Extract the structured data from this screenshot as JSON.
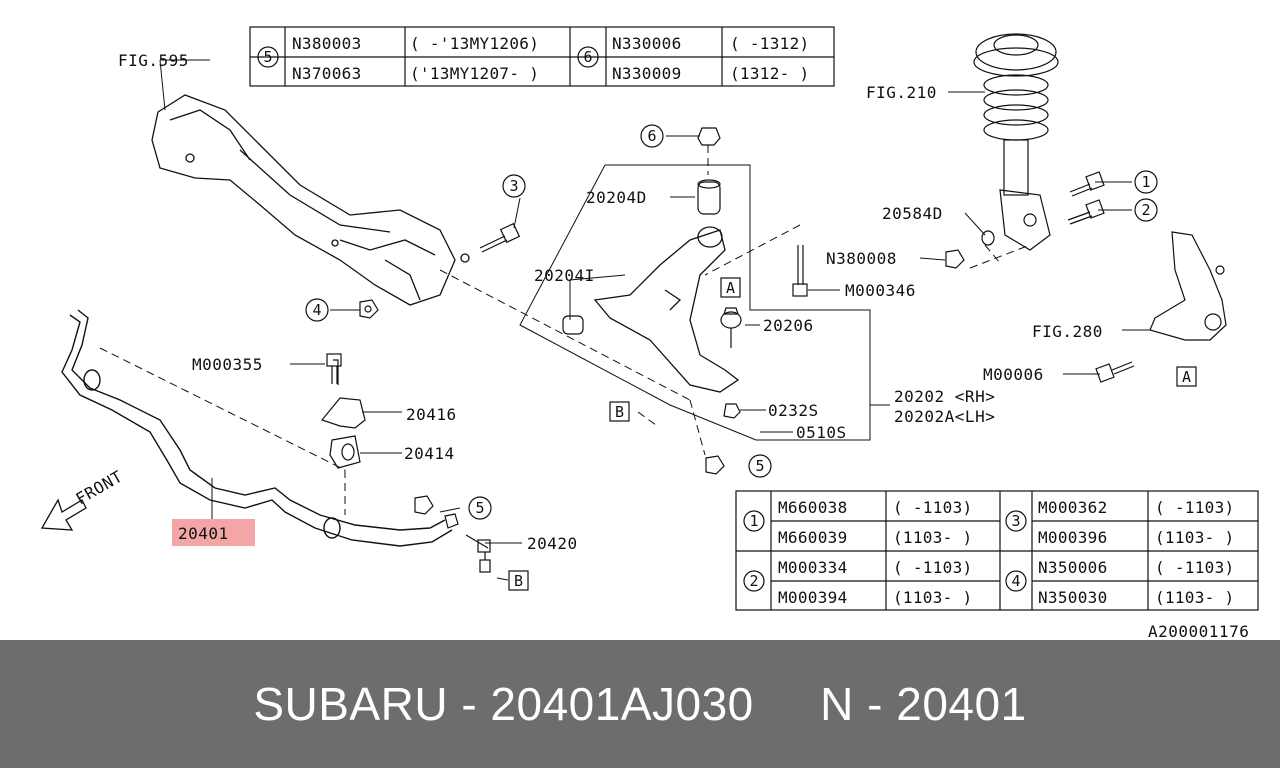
{
  "table_top": {
    "rows": [
      {
        "ref": "5",
        "part": "N380003",
        "range": "( -'13MY1206)",
        "ref2": "6",
        "part2": "N330006",
        "range2": "( -1312)"
      },
      {
        "ref": "",
        "part": "N370063",
        "range": "('13MY1207- )",
        "ref2": "",
        "part2": "N330009",
        "range2": "(1312- )"
      }
    ]
  },
  "table_bottom": {
    "groups": [
      {
        "ref": "1",
        "rows": [
          {
            "part": "M660038",
            "range": "( -1103)"
          },
          {
            "part": "M660039",
            "range": "(1103- )"
          }
        ]
      },
      {
        "ref": "2",
        "rows": [
          {
            "part": "M000334",
            "range": "( -1103)"
          },
          {
            "part": "M000394",
            "range": "(1103- )"
          }
        ]
      },
      {
        "ref": "3",
        "rows": [
          {
            "part": "M000362",
            "range": "( -1103)"
          },
          {
            "part": "M000396",
            "range": "(1103- )"
          }
        ]
      },
      {
        "ref": "4",
        "rows": [
          {
            "part": "N350006",
            "range": "( -1103)"
          },
          {
            "part": "N350030",
            "range": "(1103- )"
          }
        ]
      }
    ]
  },
  "labels": {
    "fig595": "FIG.595",
    "fig210": "FIG.210",
    "fig280": "FIG.280",
    "p20204D": "20204D",
    "p20204I": "20204I",
    "p20584D": "20584D",
    "n380008": "N380008",
    "m000346": "M000346",
    "p20206": "20206",
    "p20202": "20202 <RH>",
    "p20202A": "20202A<LH>",
    "s0232": "0232S",
    "s0510": "0510S",
    "m000355": "M000355",
    "p20416": "20416",
    "p20414": "20414",
    "p20401": "20401",
    "p20420": "20420",
    "m00006": "M00006",
    "front": "FRONT",
    "diagram_id": "A200001176"
  },
  "callouts": {
    "c1": "1",
    "c2": "2",
    "c3": "3",
    "c4": "4",
    "c5a": "5",
    "c5b": "5",
    "c6": "6",
    "boxA1": "A",
    "boxA2": "A",
    "boxB1": "B",
    "boxB2": "B"
  },
  "highlight_color": "#f4a6a6",
  "footer": {
    "text": "SUBARU - 20401AJ030     N - 20401"
  }
}
